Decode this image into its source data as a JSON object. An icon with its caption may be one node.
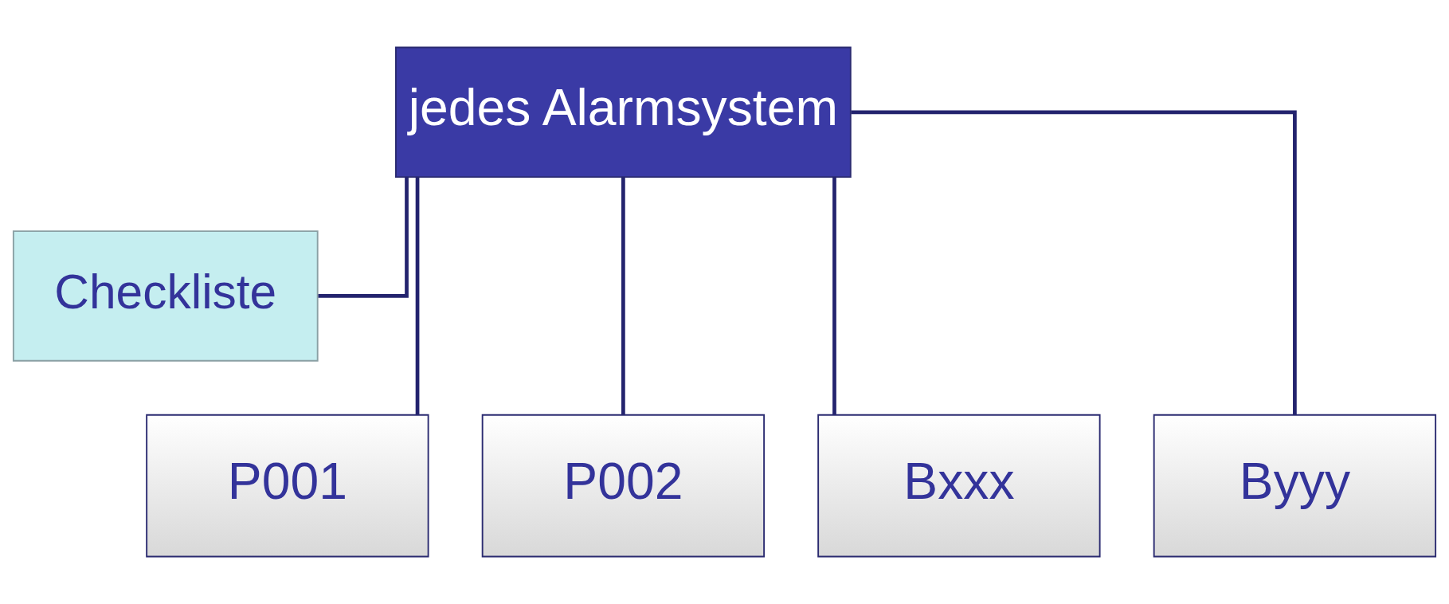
{
  "diagram": {
    "nodes": [
      {
        "text": [
          "jedes Alarmsystem"
        ]
      },
      {
        "text": [
          "Checkliste"
        ]
      },
      {
        "text": [
          "P001"
        ]
      },
      {
        "text": [
          "P002"
        ]
      },
      {
        "text": [
          "Bxxx"
        ]
      },
      {
        "text": [
          "Byyy"
        ]
      }
    ],
    "edges": [
      {
        "from": 0,
        "to": 1,
        "arrow": "none"
      },
      {
        "from": 0,
        "to": 2,
        "arrow": "none"
      },
      {
        "from": 0,
        "to": 3,
        "arrow": "none"
      },
      {
        "from": 0,
        "to": 4,
        "arrow": "none"
      },
      {
        "from": 0,
        "to": 5,
        "arrow": "none"
      }
    ]
  }
}
